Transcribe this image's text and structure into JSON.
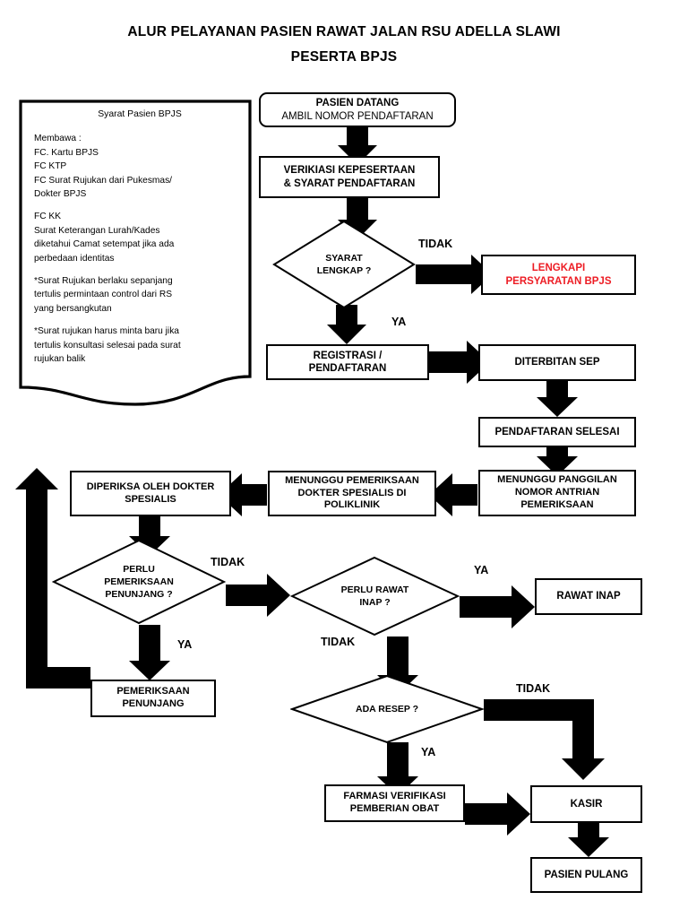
{
  "title": {
    "line1": "ALUR PELAYANAN PASIEN RAWAT JALAN RSU ADELLA SLAWI",
    "line2": "PESERTA BPJS"
  },
  "colors": {
    "stroke": "#000000",
    "fill": "#FFFFFF",
    "alert_text": "#ED1C24"
  },
  "requirements_note": {
    "heading": "Syarat Pasien BPJS",
    "lines": [
      "Membawa :",
      "FC. Kartu BPJS",
      "FC KTP",
      "FC Surat Rujukan dari Pukesmas/",
      "Dokter BPJS",
      "",
      "FC KK",
      "Surat Keterangan Lurah/Kades",
      "diketahui Camat setempat jika ada",
      "perbedaan identitas",
      "",
      "*Surat Rujukan berlaku sepanjang",
      "tertulis permintaan control dari RS",
      "yang bersangkutan",
      "",
      "*Surat rujukan harus minta baru jika",
      "tertulis konsultasi selesai pada surat",
      "rujukan balik"
    ]
  },
  "nodes": {
    "pasien_datang": {
      "title": "PASIEN DATANG",
      "sub": "AMBIL NOMOR PENDAFTARAN"
    },
    "verifikasi": "VERIKIASI KEPESERTAAN\n& SYARAT PENDAFTARAN",
    "lengkapi": "LENGKAPI\nPERSYARATAN BPJS",
    "registrasi": "REGISTRASI /\nPENDAFTARAN",
    "diterbitkan_sep": "DITERBITAN SEP",
    "pendaftaran_selesai": "PENDAFTARAN SELESAI",
    "menunggu_panggilan": "MENUNGGU PANGGILAN\nNOMOR ANTRIAN\nPEMERIKSAAN",
    "menunggu_pemeriksaan": "MENUNGGU PEMERIKSAAN\nDOKTER SPESIALIS DI\nPOLIKLINIK",
    "diperiksa_dokter": "DIPERIKSA OLEH DOKTER\nSPESIALIS",
    "pemeriksaan_penunjang": "PEMERIKSAAN\nPENUNJANG",
    "rawat_inap": "RAWAT INAP",
    "farmasi": "FARMASI VERIFIKASI\nPEMBERIAN OBAT",
    "kasir": "KASIR",
    "pasien_pulang": "PASIEN PULANG"
  },
  "decisions": {
    "syarat_lengkap": "SYARAT\nLENGKAP ?",
    "perlu_penunjang": "PERLU\nPEMERIKSAAN\nPENUNJANG ?",
    "perlu_rawat_inap": "PERLU RAWAT\nINAP ?",
    "ada_resep": "ADA RESEP ?"
  },
  "edge_labels": {
    "syarat_tidak": "TIDAK",
    "syarat_ya": "YA",
    "penunjang_tidak": "TIDAK",
    "penunjang_ya": "YA",
    "rawat_ya": "YA",
    "rawat_tidak": "TIDAK",
    "resep_tidak": "TIDAK",
    "resep_ya": "YA"
  }
}
